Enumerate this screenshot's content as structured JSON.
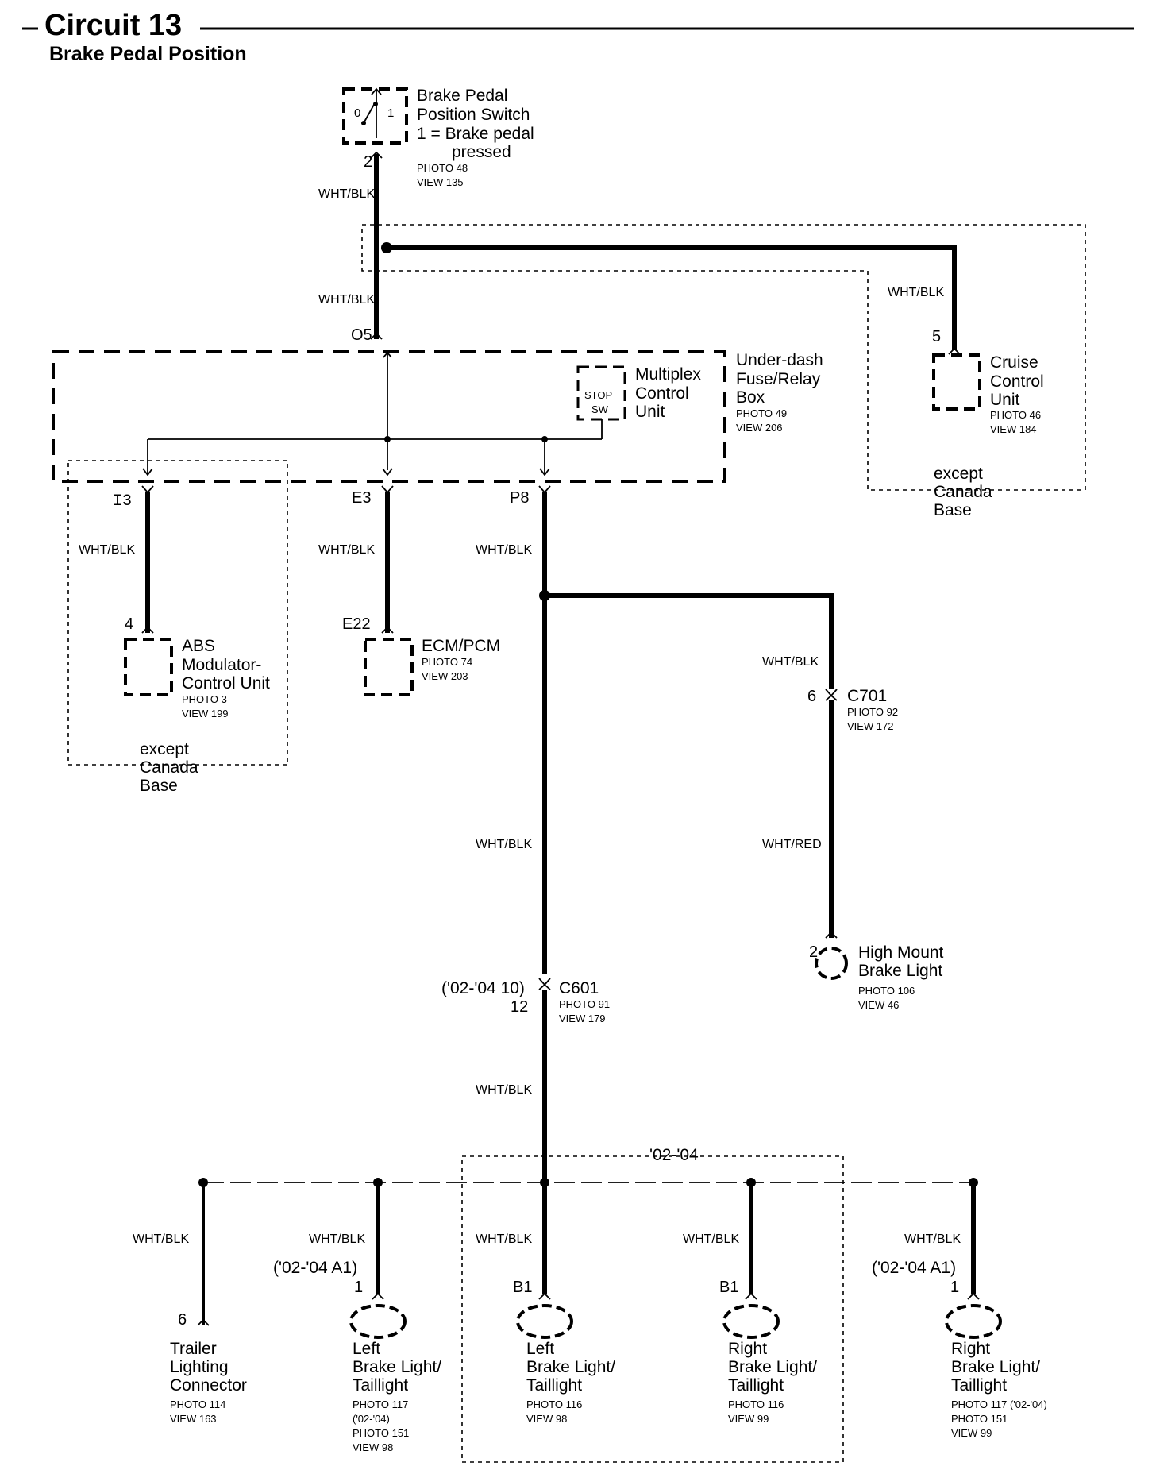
{
  "header": {
    "title": "Circuit 13",
    "subtitle": "Brake Pedal Position"
  },
  "wire_colors": {
    "wht_blk": "WHT/BLK",
    "wht_red": "WHT/RED"
  },
  "components": {
    "brake_switch": {
      "name_lines": [
        "Brake Pedal",
        "Position Switch",
        "1 = Brake pedal",
        "pressed"
      ],
      "photo": "PHOTO 48",
      "view": "VIEW 135",
      "pin": "2",
      "pos0": "0",
      "pos1": "1"
    },
    "cruise": {
      "name_lines": [
        "Cruise",
        "Control",
        "Unit"
      ],
      "photo": "PHOTO 46",
      "view": "VIEW 184",
      "pin": "5",
      "except_lines": [
        "except",
        "Canada",
        "Base"
      ]
    },
    "fuse_box": {
      "name_lines": [
        "Under-dash",
        "Fuse/Relay",
        "Box"
      ],
      "photo": "PHOTO 49",
      "view": "VIEW 206",
      "pin_o5": "O5",
      "pin_i3": "I3",
      "pin_e3": "E3",
      "pin_p8": "P8"
    },
    "multiplex": {
      "name_lines": [
        "Multiplex",
        "Control",
        "Unit"
      ],
      "stop_sw_lines": [
        "STOP",
        "SW"
      ]
    },
    "abs": {
      "name_lines": [
        "ABS",
        "Modulator-",
        "Control Unit"
      ],
      "photo": "PHOTO 3",
      "view": "VIEW 199",
      "pin": "4",
      "except_lines": [
        "except",
        "Canada",
        "Base"
      ]
    },
    "ecm": {
      "name_lines": [
        "ECM/PCM"
      ],
      "photo": "PHOTO 74",
      "view": "VIEW 203",
      "pin": "E22"
    },
    "c701": {
      "name": "C701",
      "photo": "PHOTO 92",
      "view": "VIEW 172",
      "pin": "6"
    },
    "high_mount": {
      "name_lines": [
        "High Mount",
        "Brake Light"
      ],
      "photo": "PHOTO 106",
      "view": "VIEW 46",
      "pin": "2"
    },
    "c601": {
      "name": "C601",
      "photo": "PHOTO 91",
      "view": "VIEW 179",
      "alt_pin": "('02-'04 10)",
      "pin": "12"
    },
    "year_box": {
      "label": "'02-'04"
    },
    "trailer": {
      "name_lines": [
        "Trailer",
        "Lighting",
        "Connector"
      ],
      "photo": "PHOTO 114",
      "view": "VIEW 163",
      "pin": "6"
    },
    "left_alt": {
      "name_lines": [
        "Left",
        "Brake Light/",
        "Taillight"
      ],
      "info_lines": [
        "PHOTO 117",
        "('02-'04)",
        "PHOTO 151",
        "VIEW 98"
      ],
      "alt_pin": "('02-'04 A1)",
      "pin": "1"
    },
    "left": {
      "name_lines": [
        "Left",
        "Brake Light/",
        "Taillight"
      ],
      "photo": "PHOTO 116",
      "view": "VIEW 98",
      "pin": "B1"
    },
    "right": {
      "name_lines": [
        "Right",
        "Brake Light/",
        "Taillight"
      ],
      "photo": "PHOTO 116",
      "view": "VIEW 99",
      "pin": "B1"
    },
    "right_alt": {
      "name_lines": [
        "Right",
        "Brake Light/",
        "Taillight"
      ],
      "info_lines": [
        "PHOTO 117 ('02-'04)",
        "PHOTO 151",
        "VIEW 99"
      ],
      "alt_pin": "('02-'04 A1)",
      "pin": "1"
    }
  }
}
